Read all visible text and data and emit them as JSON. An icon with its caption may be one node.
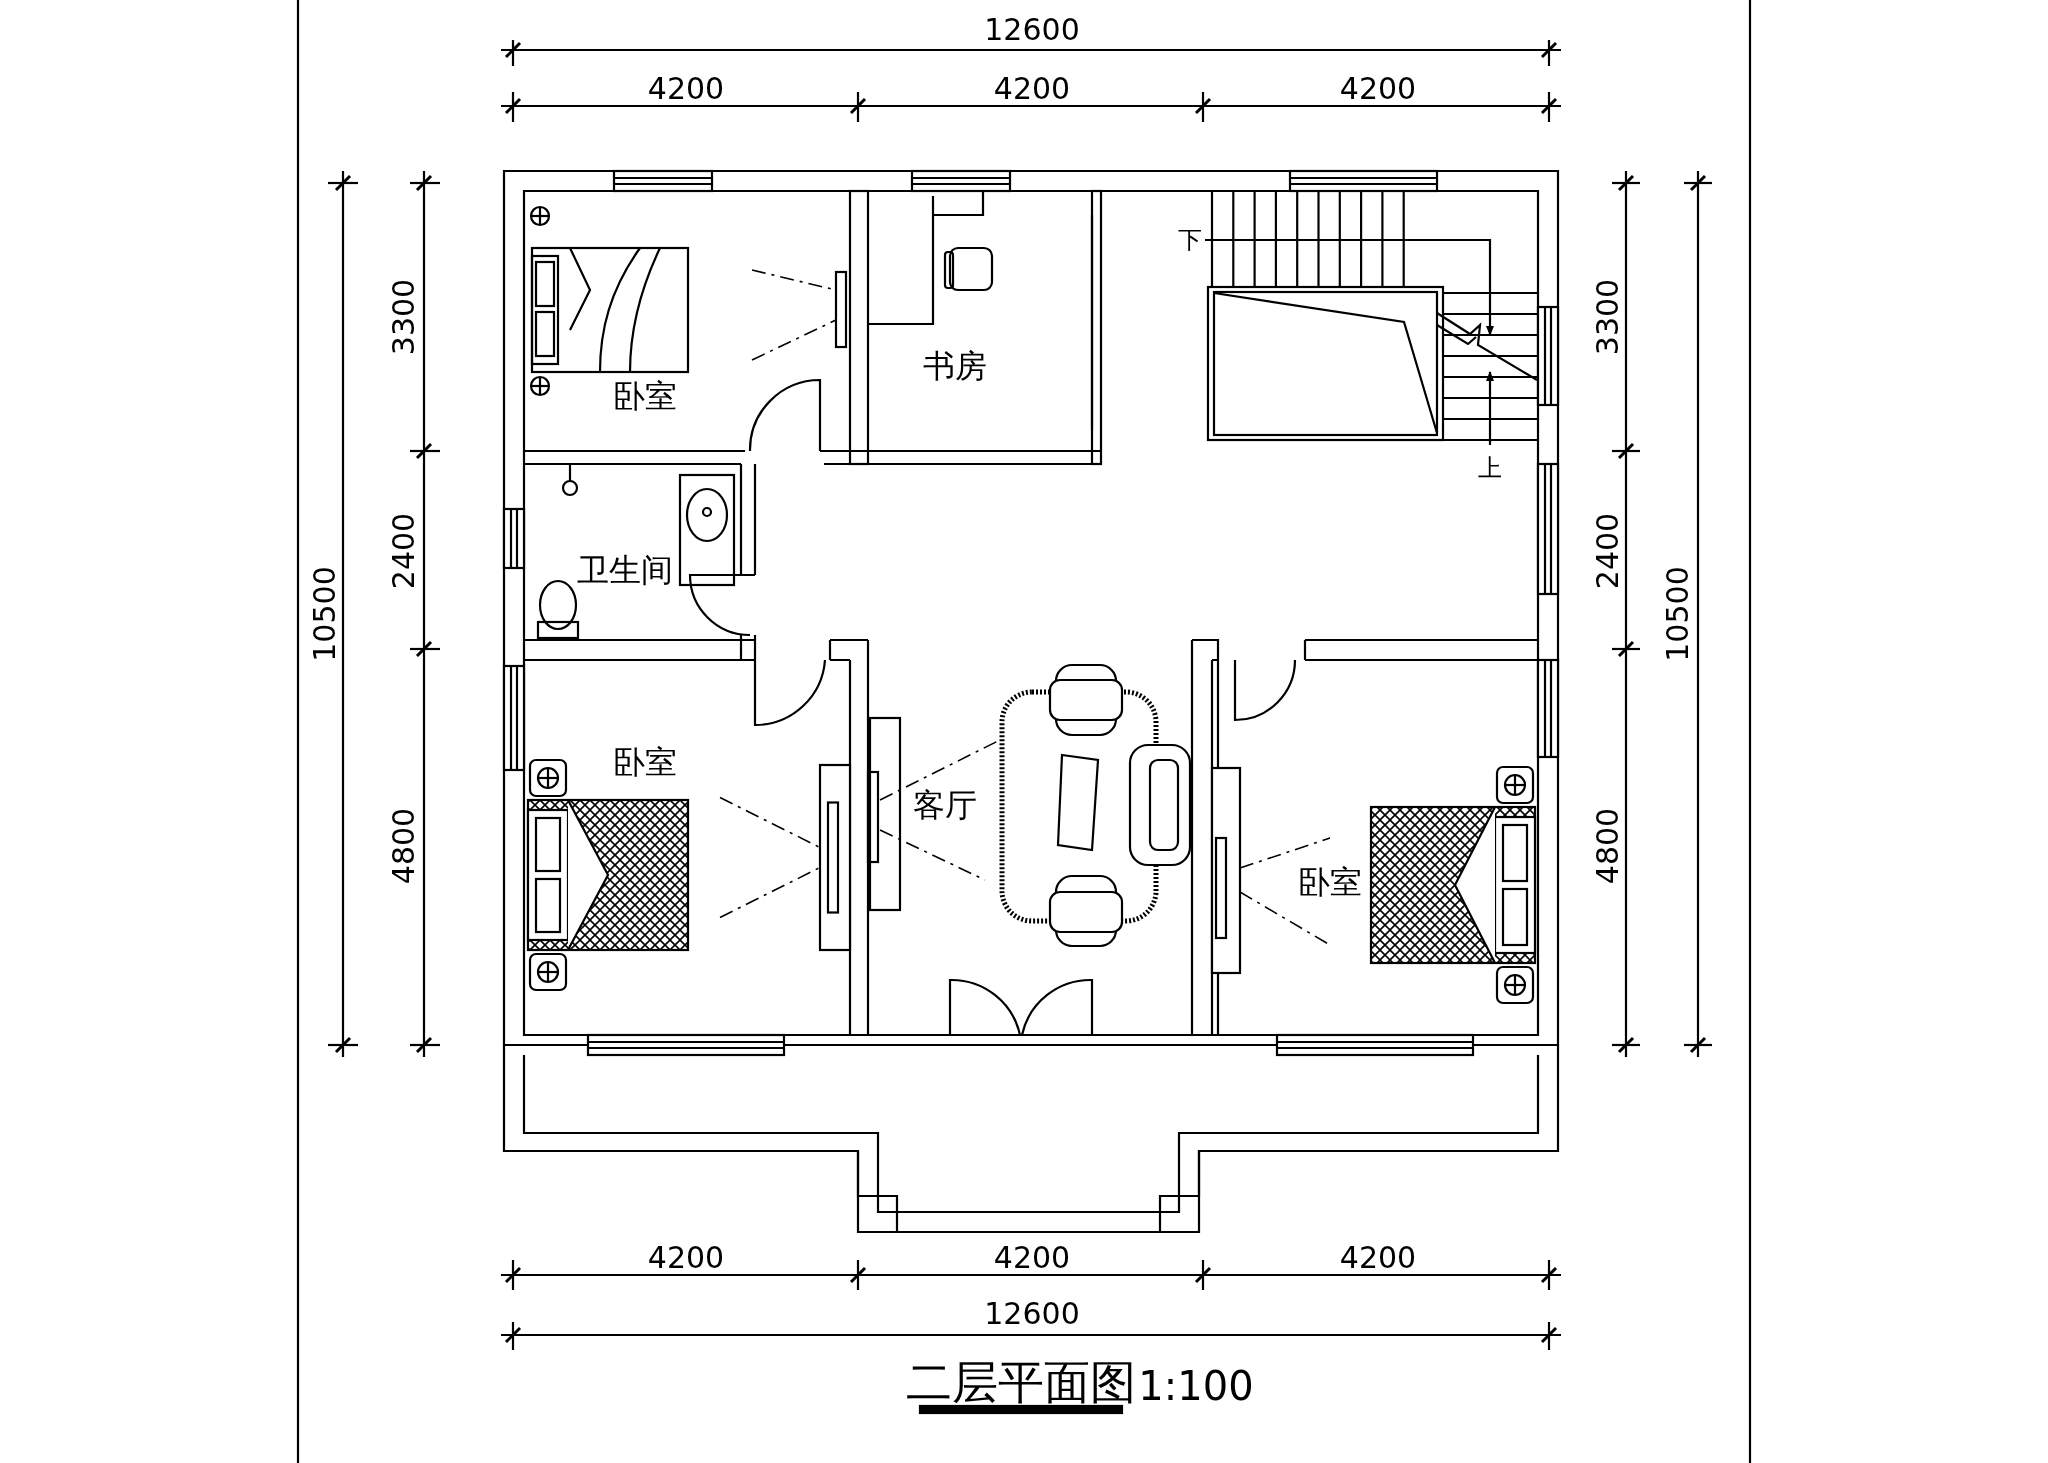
{
  "diagram": {
    "title": "二层平面图",
    "labels": [
      "12600",
      "4200",
      "4200",
      "4200",
      "3300",
      "3300",
      "卧室",
      "书房",
      "下",
      "上",
      "2400",
      "卫生间",
      "2400",
      "10500",
      "10500",
      "卧室",
      "客厅",
      "4800",
      "卧室",
      "4800",
      "4200",
      "4200",
      "4200",
      "12600",
      "1:100"
    ]
  }
}
